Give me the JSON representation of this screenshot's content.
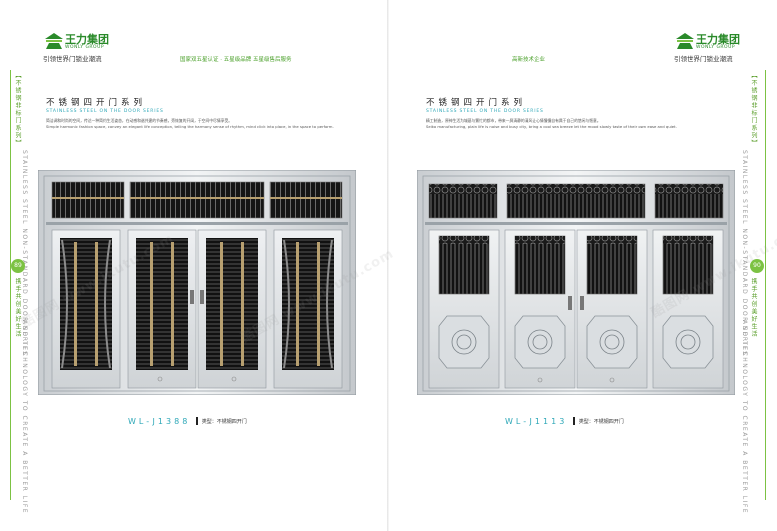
{
  "brand": {
    "name": "王力集团",
    "en": "WONLY GROUP",
    "slogan": "引领世界门锁业潮流"
  },
  "left_page": {
    "banner": "国家双五星认证 · 五星级品牌  五星级售后服务",
    "title": "不锈钢四开门系列",
    "subtitle": "STAINLESS STEEL ON THE DOOR SERIES",
    "desc_cn": "简洁调和时尚的空间，传达一种简约生活姿态，在动感和谐共建的节奏感，旁恢复的开阔，于空间中尽情享受。",
    "desc_en": "Simple harmonic fashion space, convey an elegant life conception, telling the harmony sense of rhythm, mind click into place, in the space to perform.",
    "page_number": "89",
    "model": "WL-J1388",
    "type_label": "类型：不锈钢四开门"
  },
  "right_page": {
    "banner": "高新技术企业",
    "title": "不锈钢四开门系列",
    "subtitle": "STAINLESS STEEL ON THE DOOR SERIES",
    "desc_cn": "精工制造，原神生活为城墓与繁忙的都市，带来一屏清静的清风让心情慢慢自有属于自己的悠闲与惬意。",
    "desc_en": "Seiko manufacturing, plain life is noise and busy city, bring a cool sea breeze let the mood slowly taste of their own ease and quiet.",
    "page_number": "90",
    "model": "WL-J1113",
    "type_label": "类型：不锈钢四开门"
  },
  "side_text": {
    "cn_vertical": "【不锈钢非标门系列】",
    "en_vertical": "STAINLESS STEEL NON-STANDARD DOOR SERIES",
    "cn_slogan": "携手共创美好生活",
    "en_slogan": "AND TECHNOLOGY TO CREATE A BETTER LIFE"
  },
  "watermark": "酷图网 www.ikutu.com",
  "colors": {
    "accent_green": "#7cc243",
    "model_blue": "#2fa8b8",
    "steel_light": "#e4e7ea",
    "steel_dark": "#9aa2a8",
    "black_panel": "#111111",
    "gold_strip": "#b8a070"
  }
}
